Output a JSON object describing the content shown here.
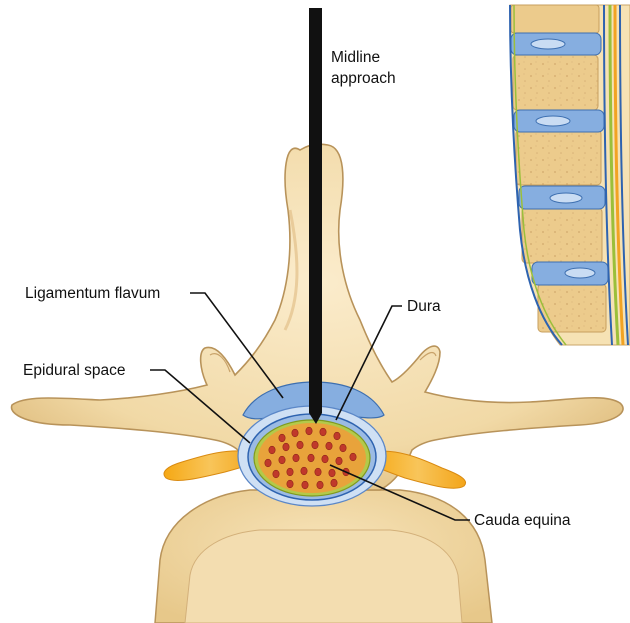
{
  "labels": {
    "midline_line1": "Midline",
    "midline_line2": "approach",
    "ligamentum_flavum": "Ligamentum flavum",
    "epidural_space": "Epidural space",
    "dura": "Dura",
    "cauda_equina": "Cauda equina"
  },
  "colors": {
    "bone": "#f3dcae",
    "bone_shade": "#d9b57a",
    "bone_outline": "#b8935a",
    "ligament_blue": "#7fa9dc",
    "dura_blue": "#a8c7ea",
    "csf_green": "#b3c94a",
    "cauda_dot": "#c0392b",
    "nerve_orange": "#f0a020",
    "needle": "#111111",
    "background": "#ffffff"
  }
}
